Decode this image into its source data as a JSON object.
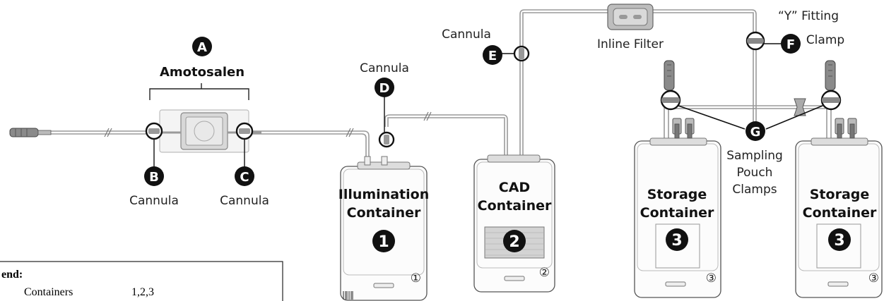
{
  "labels": {
    "amotosalen": "Amotosalen",
    "cannula_b": "Cannula",
    "cannula_c": "Cannula",
    "cannula_d": "Cannula",
    "cannula_e": "Cannula",
    "inline_filter": "Inline Filter",
    "y_fitting_line1": "“Y” Fitting",
    "y_fitting_line2": "Clamp",
    "sampling_line1": "Sampling",
    "sampling_line2": "Pouch",
    "sampling_line3": "Clamps"
  },
  "badges": {
    "a": "A",
    "b": "B",
    "c": "C",
    "d": "D",
    "e": "E",
    "f": "F",
    "g": "G"
  },
  "containers": {
    "illumination": {
      "line1": "Illumination",
      "line2": "Container",
      "number": "1",
      "corner": "①"
    },
    "cad": {
      "line1": "CAD",
      "line2": "Container",
      "number": "2",
      "corner": "②"
    },
    "storage1": {
      "line1": "Storage",
      "line2": "Container",
      "number": "3",
      "corner": "③"
    },
    "storage2": {
      "line1": "Storage",
      "line2": "Container",
      "number": "3",
      "corner": "③"
    }
  },
  "legend": {
    "title": "end:",
    "row1_label": "Containers",
    "row1_value": "1,2,3"
  }
}
